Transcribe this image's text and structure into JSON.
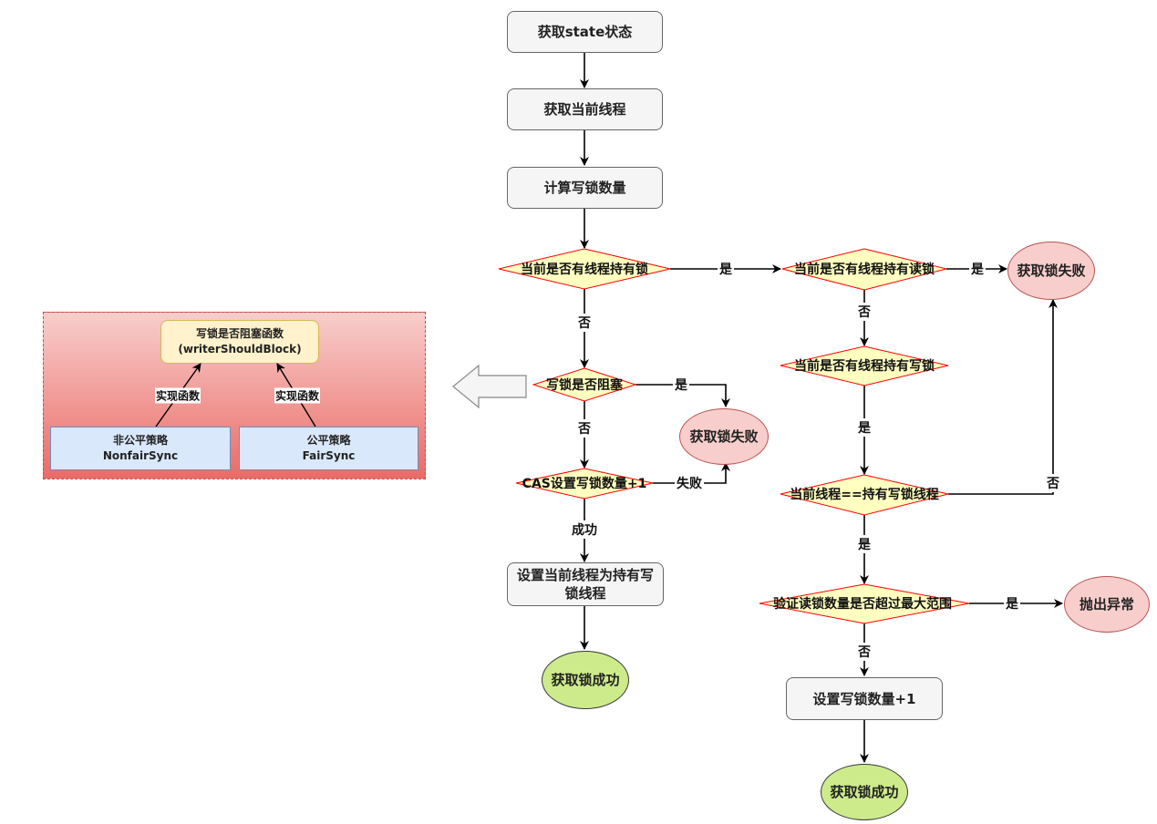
{
  "nodes": {
    "get_state": "获取state状态",
    "get_thread": "获取当前线程",
    "calc_write": "计算写锁数量",
    "d_has_lock": "当前是否有线程持有锁",
    "d_has_read": "当前是否有线程持有读锁",
    "fail_1": "获取锁失败",
    "d_write_block": "写锁是否阻塞",
    "fail_2": "获取锁失败",
    "d_cas": "CAS设置写锁数量+1",
    "set_owner": "设置当前线程为持有写锁线程",
    "success_1": "获取锁成功",
    "d_has_write": "当前是否有线程持有写锁",
    "d_is_owner": "当前线程==持有写锁线程",
    "d_exceed": "验证读锁数量是否超过最大范围",
    "throw": "抛出异常",
    "inc_write": "设置写锁数量+1",
    "success_2": "获取锁成功"
  },
  "edge_labels": {
    "has_lock_yes": "是",
    "has_lock_no": "否",
    "has_read_yes": "是",
    "has_read_no": "否",
    "block_yes": "是",
    "block_no": "否",
    "cas_fail": "失败",
    "cas_success": "成功",
    "has_write_yes": "是",
    "is_owner_no": "否",
    "is_owner_yes": "是",
    "exceed_yes": "是",
    "exceed_no": "否"
  },
  "side_panel": {
    "function_title": "写锁是否阻塞函数",
    "function_name": "(writerShouldBlock)",
    "impl_label_left": "实现函数",
    "impl_label_right": "实现函数",
    "nonfair_title": "非公平策略",
    "nonfair_name": "NonfairSync",
    "fair_title": "公平策略",
    "fair_name": "FairSync"
  }
}
